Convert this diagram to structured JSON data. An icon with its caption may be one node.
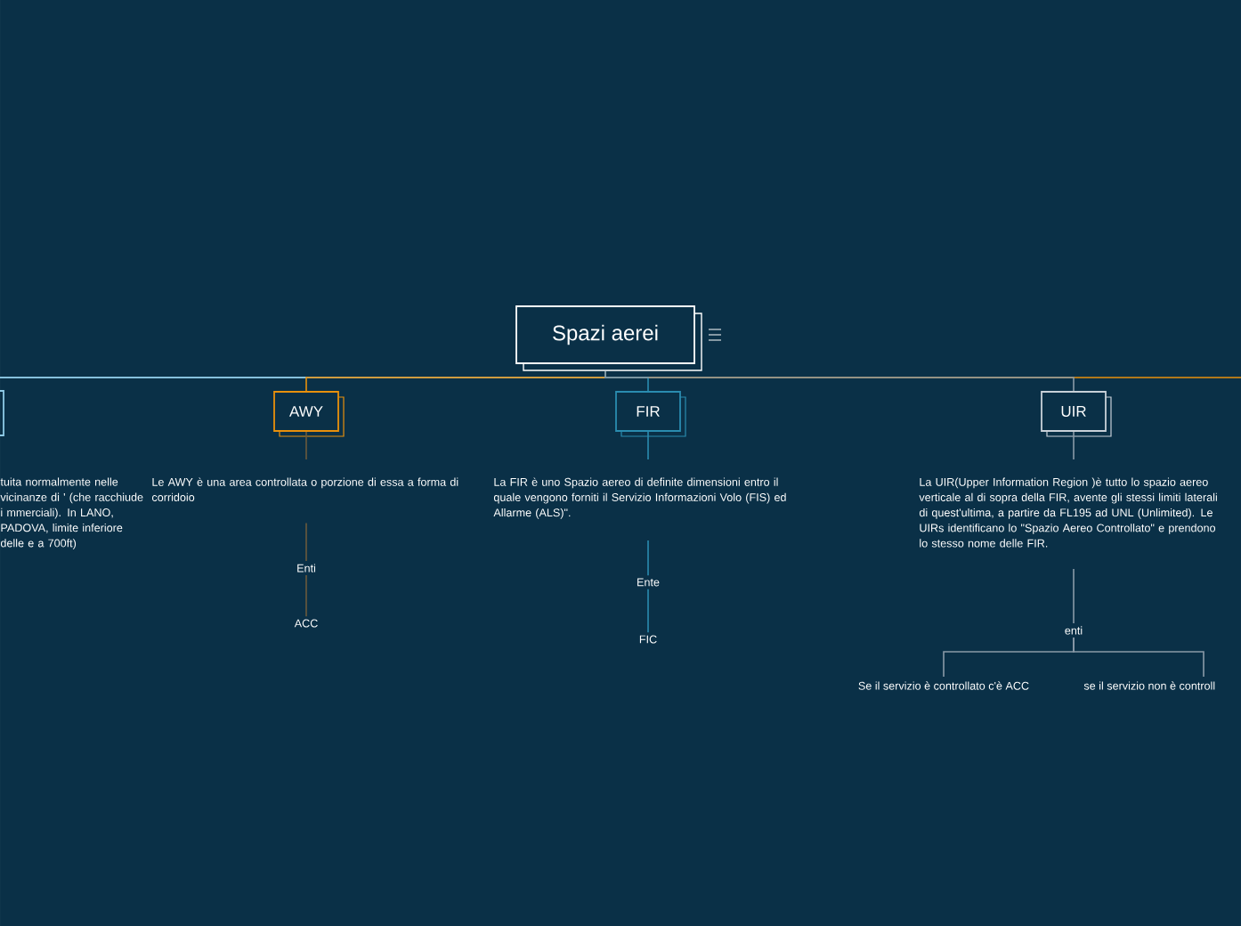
{
  "diagram": {
    "nodes": [
      {
        "text": [
          "Spazi aerei"
        ]
      },
      {
        "text": [],
        "shape": "box"
      },
      {
        "text": [
          "tuita normalmente nelle vicinanze di ' (che racchiude i mmerciali). In LANO, PADOVA, limite inferiore delle e a 700ft)"
        ]
      },
      {
        "text": [
          "AWY"
        ]
      },
      {
        "text": [
          "Le AWY è una area controllata o porzione di essa a forma di corridoio"
        ]
      },
      {
        "text": [
          "Enti"
        ]
      },
      {
        "text": [
          "ACC"
        ]
      },
      {
        "text": [
          "FIR"
        ]
      },
      {
        "text": [
          "La FIR è uno Spazio aereo di definite dimensioni entro il quale vengono forniti il Servizio Informazioni Volo (FIS) ed Allarme (ALS)\"."
        ]
      },
      {
        "text": [
          "Ente"
        ]
      },
      {
        "text": [
          "FIC"
        ]
      },
      {
        "text": [
          "UIR"
        ]
      },
      {
        "text": [
          "La UIR(Upper Information Region )è tutto lo spazio aereo verticale al di sopra della FIR, avente gli stessi limiti laterali di quest'ultima, a partire da FL195 ad UNL (Unlimited). Le UIRs identificano lo \"Spazio Aereo Controllato\" e prendono lo stesso nome delle FIR."
        ]
      },
      {
        "text": [
          "enti"
        ]
      },
      {
        "text": [
          "Se il servizio è controllato c'è ACC"
        ]
      },
      {
        "text": [
          "se il servizio non è controll"
        ]
      }
    ],
    "edges": [
      {
        "from": 0,
        "to": 1,
        "arrow": "none",
        "color": "#8ecae6"
      },
      {
        "from": 0,
        "to": 3,
        "arrow": "none",
        "color": "#e8900c"
      },
      {
        "from": 3,
        "to": 4,
        "arrow": "none",
        "color": "#6b5a3c"
      },
      {
        "from": 4,
        "to": 5,
        "arrow": "none",
        "color": "#6b5a3c"
      },
      {
        "from": 5,
        "to": 6,
        "arrow": "none",
        "color": "#6b5a3c"
      },
      {
        "from": 0,
        "to": 7,
        "arrow": "none",
        "color": "#2a8cb0"
      },
      {
        "from": 7,
        "to": 8,
        "arrow": "none",
        "color": "#2a8cb0"
      },
      {
        "from": 8,
        "to": 9,
        "arrow": "none",
        "color": "#2a8cb0"
      },
      {
        "from": 9,
        "to": 10,
        "arrow": "none",
        "color": "#2a8cb0"
      },
      {
        "from": 0,
        "to": 11,
        "arrow": "none",
        "color": "#8a9aa8"
      },
      {
        "from": 11,
        "to": 12,
        "arrow": "none",
        "color": "#8a9aa8"
      },
      {
        "from": 12,
        "to": 13,
        "arrow": "none",
        "color": "#8a9aa8"
      },
      {
        "from": 13,
        "to": 14,
        "arrow": "none",
        "color": "#8a9aa8"
      },
      {
        "from": 13,
        "to": 15,
        "arrow": "none",
        "color": "#8a9aa8"
      }
    ]
  }
}
